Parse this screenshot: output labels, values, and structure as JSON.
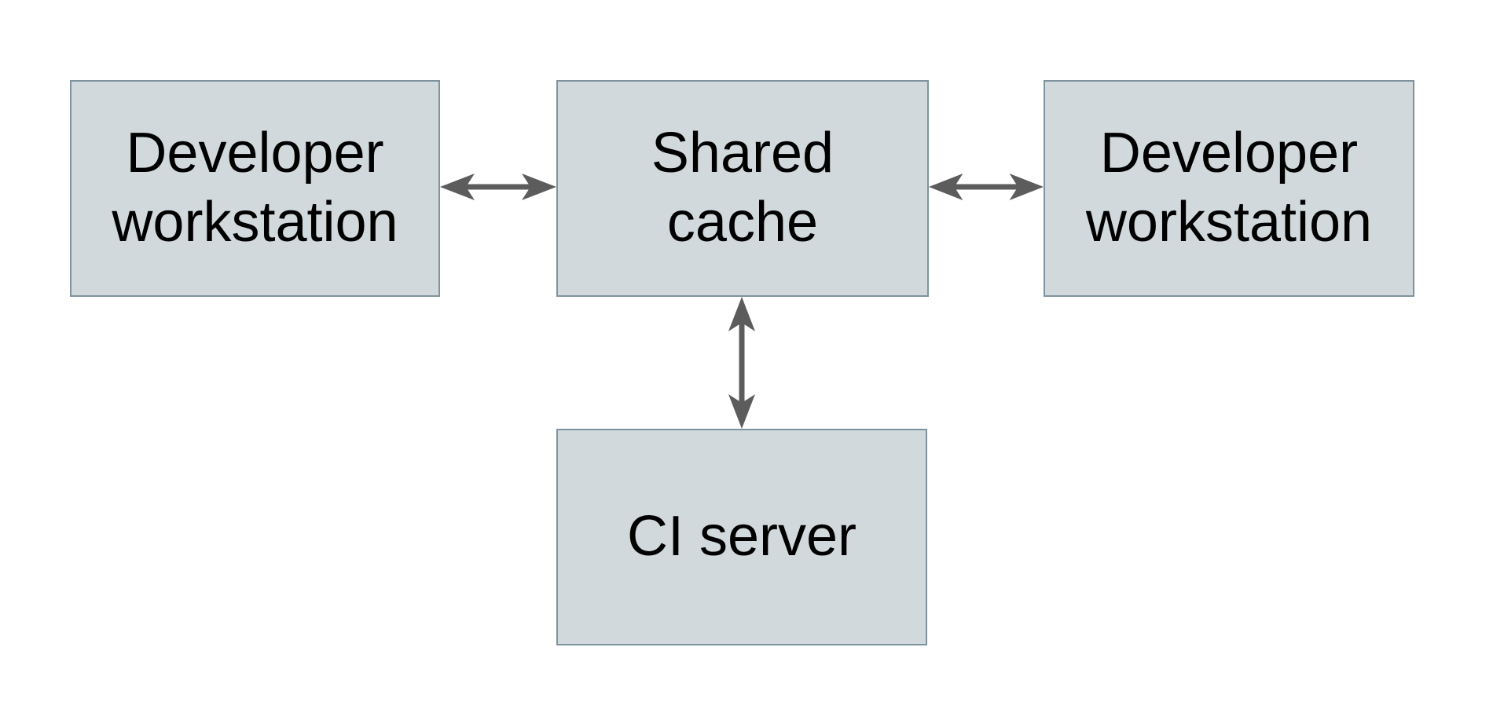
{
  "diagram": {
    "nodes": [
      {
        "id": "developer-workstation-left",
        "label": "Developer\nworkstation"
      },
      {
        "id": "shared-cache",
        "label": "Shared\ncache"
      },
      {
        "id": "developer-workstation-right",
        "label": "Developer\nworkstation"
      },
      {
        "id": "ci-server",
        "label": "CI server"
      }
    ],
    "edges": [
      {
        "from": "developer-workstation-left",
        "to": "shared-cache",
        "direction": "bidirectional",
        "orientation": "horizontal"
      },
      {
        "from": "shared-cache",
        "to": "developer-workstation-right",
        "direction": "bidirectional",
        "orientation": "horizontal"
      },
      {
        "from": "shared-cache",
        "to": "ci-server",
        "direction": "bidirectional",
        "orientation": "vertical"
      }
    ],
    "colors": {
      "background": "#ffffff",
      "node_fill": "#d2d9dc",
      "node_border": "#7e939d",
      "arrow": "#5c5c5c",
      "text": "#000000"
    }
  }
}
